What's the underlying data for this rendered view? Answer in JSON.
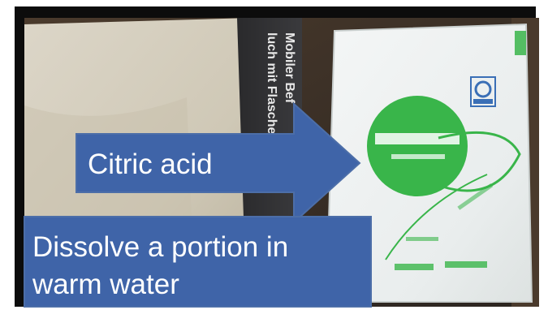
{
  "image": {
    "description_free": true
  },
  "arrow_label": {
    "text": "Citric acid"
  },
  "instruction_box": {
    "line1": "Dissolve a portion in",
    "line2": "warm water"
  },
  "colors": {
    "callout_fill": "#3f64a8",
    "callout_border": "#3e5d93",
    "packet_green": "#39b54a",
    "background_dark": "#3a2f27"
  }
}
